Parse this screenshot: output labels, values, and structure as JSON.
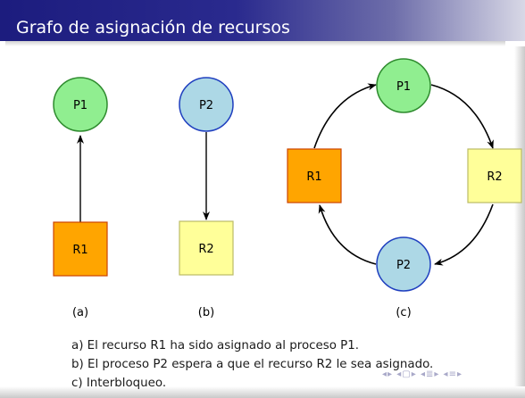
{
  "title": "Grafo de asignación de recursos",
  "nodes": {
    "a_process": "P1",
    "a_resource": "R1",
    "b_process": "P2",
    "b_resource": "R2",
    "c_p1": "P1",
    "c_r2": "R2",
    "c_p2": "P2",
    "c_r1": "R1"
  },
  "panel_labels": [
    "(a)",
    "(b)",
    "(c)"
  ],
  "captions": [
    "a) El recurso R1 ha sido asignado al proceso P1.",
    "b) El proceso P2 espera a que el recurso R2 le sea asignado.",
    "c) Interbloqueo."
  ],
  "colors": {
    "process_green": "#90ee90",
    "process_blue": "#add8e6",
    "resource_orange": "#ffa500",
    "resource_yellow": "#ffff99"
  },
  "nav_icons": [
    "nav-frame-prev-icon",
    "nav-frame-next-icon",
    "nav-subsection-icon",
    "nav-section-icon",
    "nav-search-icon"
  ]
}
